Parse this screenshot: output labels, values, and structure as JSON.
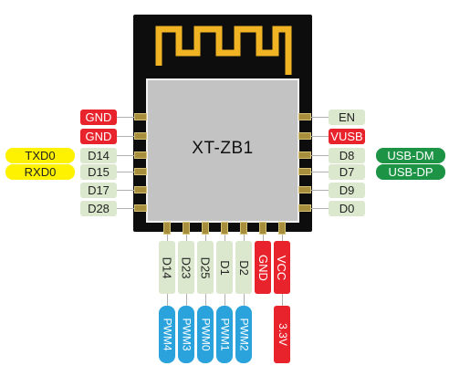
{
  "chip": {
    "name": "XT-ZB1"
  },
  "pins": {
    "left": [
      "GND",
      "GND",
      "D14",
      "D15",
      "D17",
      "D28"
    ],
    "left_function": [
      "TXD0",
      "RXD0"
    ],
    "right": [
      "EN",
      "VUSB",
      "D8",
      "D7",
      "D9",
      "D0"
    ],
    "right_function": [
      "USB-DM",
      "USB-DP"
    ],
    "bottom": [
      "D14",
      "D23",
      "D25",
      "D1",
      "D2",
      "GND",
      "VCC"
    ],
    "bottom_function": [
      "PWM4",
      "PWM3",
      "PWM0",
      "PWM1",
      "PWM2",
      "3.3V"
    ]
  },
  "colors": {
    "pin_label": "#dbe8cd",
    "power": "#e8232b",
    "uart": "#fff200",
    "usb": "#1d9445",
    "pwm": "#2aa3dc",
    "board": "#0d0d0d",
    "shield": "#c3c3c3",
    "antenna_trace": "#f0b323"
  }
}
